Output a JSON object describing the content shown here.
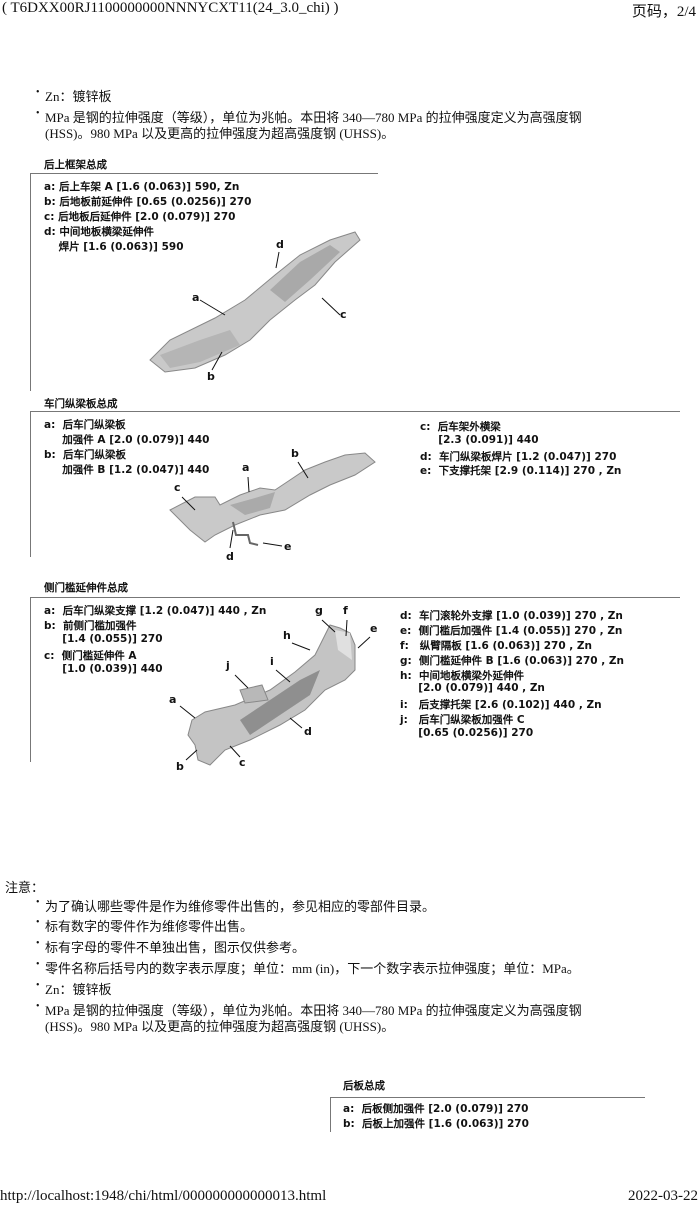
{
  "header": {
    "doc_id": "( T6DXX00RJ1100000000NNNYCXT11(24_3.0_chi) )",
    "page": "页码，2/4"
  },
  "top_notes": [
    "Zn：镀锌板",
    "MPa 是钢的拉伸强度（等级），单位为兆帕。本田将  340—780 MPa 的拉伸强度定义为高强度钢",
    "(HSS)。980 MPa 以及更高的拉伸强度为超高强度钢  (UHSS)。"
  ],
  "sections": [
    {
      "title": "后上框架总成",
      "items": [
        "a: 后上车架 A [1.6 (0.063)] 590, Zn",
        "b: 后地板前延伸件 [0.65 (0.0256)] 270",
        "c: 后地板后延伸件 [2.0 (0.079)] 270",
        "d: 中间地板横梁延伸件",
        "    焊片 [1.6 (0.063)] 590"
      ],
      "callouts": [
        "a",
        "b",
        "c",
        "d"
      ]
    },
    {
      "title": "车门纵梁板总成",
      "items_left": [
        "a:  后车门纵梁板",
        "     加强件 A [2.0 (0.079)] 440",
        "b:  后车门纵梁板",
        "     加强件 B [1.2 (0.047)] 440"
      ],
      "items_right": [
        "c:  后车架外横梁",
        "     [2.3 (0.091)] 440",
        "d:  车门纵梁板焊片 [1.2 (0.047)] 270",
        "e:  下支撑托架 [2.9 (0.114)] 270 , Zn"
      ],
      "callouts": [
        "a",
        "b",
        "c",
        "d",
        "e"
      ]
    },
    {
      "title": "侧门槛延伸件总成",
      "items_left": [
        "a:  后车门纵梁支撑 [1.2 (0.047)] 440 , Zn",
        "b:  前侧门槛加强件",
        "     [1.4 (0.055)] 270",
        "c:  侧门槛延伸件 A",
        "     [1.0 (0.039)] 440"
      ],
      "items_right": [
        "d:  车门滚轮外支撑 [1.0 (0.039)] 270 , Zn",
        "e:  侧门槛后加强件 [1.4 (0.055)] 270 , Zn",
        "f:   纵臂隔板 [1.6 (0.063)] 270 , Zn",
        "g:  侧门槛延伸件 B [1.6 (0.063)] 270 , Zn",
        "h:  中间地板横梁外延伸件",
        "     [2.0 (0.079)] 440 , Zn",
        "i:   后支撑托架 [2.6 (0.102)] 440 , Zn",
        "j:   后车门纵梁板加强件 C",
        "     [0.65 (0.0256)] 270"
      ],
      "callouts": [
        "a",
        "b",
        "c",
        "d",
        "e",
        "f",
        "g",
        "h",
        "i",
        "j"
      ]
    },
    {
      "title": "后板总成",
      "items": [
        "a:  后板侧加强件 [2.0 (0.079)] 270",
        "b:  后板上加强件 [1.6 (0.063)] 270"
      ]
    }
  ],
  "notes": {
    "heading": "注意：",
    "items": [
      "为了确认哪些零件是作为维修零件出售的，参见相应的零部件目录。",
      "标有数字的零件作为维修零件出售。",
      "标有字母的零件不单独出售，图示仅供参考。",
      "零件名称后括号内的数字表示厚度；单位：mm (in)，下一个数字表示拉伸强度；单位：MPa。",
      "Zn：镀锌板",
      "MPa 是钢的拉伸强度（等级），单位为兆帕。本田将  340—780 MPa 的拉伸强度定义为高强度钢",
      "(HSS)。980 MPa 以及更高的拉伸强度为超高强度钢  (UHSS)。"
    ]
  },
  "footer": {
    "url": "http://localhost:1948/chi/html/000000000000013.html",
    "date": "2022-03-22"
  }
}
